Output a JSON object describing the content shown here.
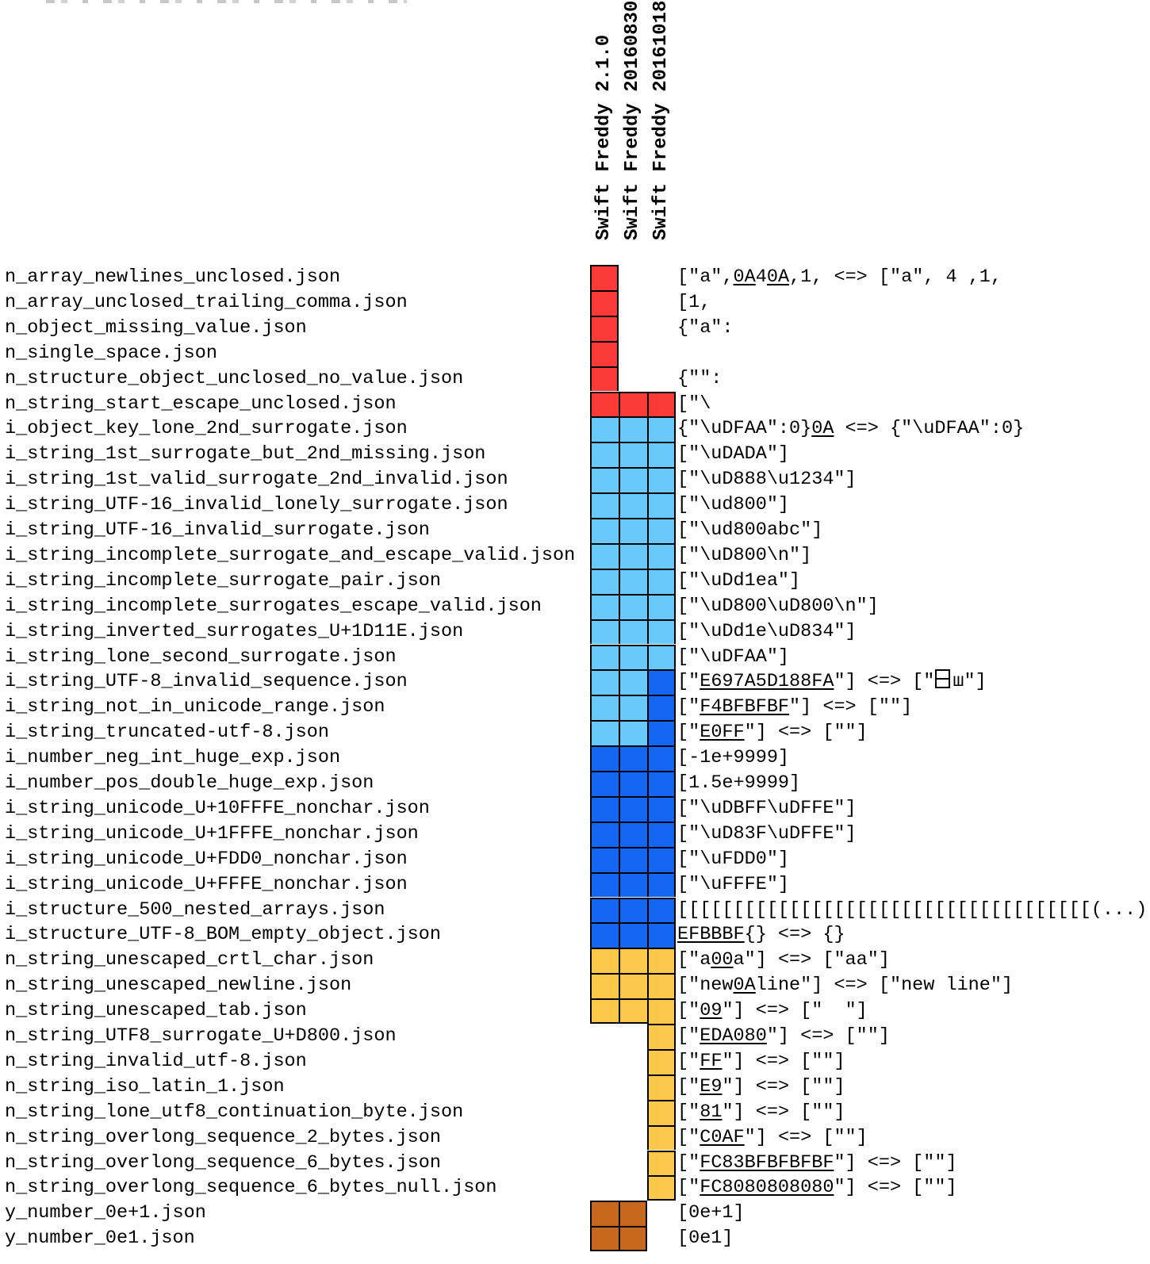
{
  "colors": {
    "red": "#fc3b38",
    "lightblue": "#69c9fb",
    "darkblue": "#1566f3",
    "yellow": "#fcc84a",
    "orange": "#c7681e",
    "grid_line": "#000000"
  },
  "chart_data": {
    "type": "heatmap",
    "legend_position": "none",
    "grid": true,
    "columns": [
      "Swift Freddy 2.1.0",
      "Swift Freddy 20160830",
      "Swift Freddy 20161018"
    ],
    "rows": [
      {
        "file": "n_array_newlines_unclosed.json",
        "cells": [
          "red",
          null,
          null
        ],
        "result": [
          {
            "t": "[\"a\","
          },
          {
            "t": "0A",
            "u": true
          },
          {
            "t": "4"
          },
          {
            "t": "0A",
            "u": true
          },
          {
            "t": ",1, <=> [\"a\", 4 ,1,"
          }
        ]
      },
      {
        "file": "n_array_unclosed_trailing_comma.json",
        "cells": [
          "red",
          null,
          null
        ],
        "result": [
          {
            "t": "[1,"
          }
        ]
      },
      {
        "file": "n_object_missing_value.json",
        "cells": [
          "red",
          null,
          null
        ],
        "result": [
          {
            "t": "{\"a\":"
          }
        ]
      },
      {
        "file": "n_single_space.json",
        "cells": [
          "red",
          null,
          null
        ],
        "result": []
      },
      {
        "file": "n_structure_object_unclosed_no_value.json",
        "cells": [
          "red",
          null,
          null
        ],
        "result": [
          {
            "t": "{\"\":"
          }
        ]
      },
      {
        "file": "n_string_start_escape_unclosed.json",
        "cells": [
          "red",
          "red",
          "red"
        ],
        "result": [
          {
            "t": "[\"\\"
          }
        ]
      },
      {
        "file": "i_object_key_lone_2nd_surrogate.json",
        "cells": [
          "lightblue",
          "lightblue",
          "lightblue"
        ],
        "result": [
          {
            "t": "{\"\\uDFAA\":0}"
          },
          {
            "t": "0A",
            "u": true
          },
          {
            "t": " <=> {\"\\uDFAA\":0}"
          }
        ]
      },
      {
        "file": "i_string_1st_surrogate_but_2nd_missing.json",
        "cells": [
          "lightblue",
          "lightblue",
          "lightblue"
        ],
        "result": [
          {
            "t": "[\"\\uDADA\"]"
          }
        ]
      },
      {
        "file": "i_string_1st_valid_surrogate_2nd_invalid.json",
        "cells": [
          "lightblue",
          "lightblue",
          "lightblue"
        ],
        "result": [
          {
            "t": "[\"\\uD888\\u1234\"]"
          }
        ]
      },
      {
        "file": "i_string_UTF-16_invalid_lonely_surrogate.json",
        "cells": [
          "lightblue",
          "lightblue",
          "lightblue"
        ],
        "result": [
          {
            "t": "[\"\\ud800\"]"
          }
        ]
      },
      {
        "file": "i_string_UTF-16_invalid_surrogate.json",
        "cells": [
          "lightblue",
          "lightblue",
          "lightblue"
        ],
        "result": [
          {
            "t": "[\"\\ud800abc\"]"
          }
        ]
      },
      {
        "file": "i_string_incomplete_surrogate_and_escape_valid.json",
        "cells": [
          "lightblue",
          "lightblue",
          "lightblue"
        ],
        "result": [
          {
            "t": "[\"\\uD800\\n\"]"
          }
        ]
      },
      {
        "file": "i_string_incomplete_surrogate_pair.json",
        "cells": [
          "lightblue",
          "lightblue",
          "lightblue"
        ],
        "result": [
          {
            "t": "[\"\\uDd1ea\"]"
          }
        ]
      },
      {
        "file": "i_string_incomplete_surrogates_escape_valid.json",
        "cells": [
          "lightblue",
          "lightblue",
          "lightblue"
        ],
        "result": [
          {
            "t": "[\"\\uD800\\uD800\\n\"]"
          }
        ]
      },
      {
        "file": "i_string_inverted_surrogates_U+1D11E.json",
        "cells": [
          "lightblue",
          "lightblue",
          "lightblue"
        ],
        "result": [
          {
            "t": "[\"\\uDd1e\\uD834\"]"
          }
        ]
      },
      {
        "file": "i_string_lone_second_surrogate.json",
        "cells": [
          "lightblue",
          "lightblue",
          "lightblue"
        ],
        "result": [
          {
            "t": "[\"\\uDFAA\"]"
          }
        ]
      },
      {
        "file": "i_string_UTF-8_invalid_sequence.json",
        "cells": [
          "lightblue",
          "lightblue",
          "darkblue"
        ],
        "result": [
          {
            "t": "[\""
          },
          {
            "t": "E697A5D188FA",
            "u": true
          },
          {
            "t": "\"] <=> [\""
          },
          {
            "t": "日",
            "cjk": true
          },
          {
            "t": "ш\"]"
          }
        ]
      },
      {
        "file": "i_string_not_in_unicode_range.json",
        "cells": [
          "lightblue",
          "lightblue",
          "darkblue"
        ],
        "result": [
          {
            "t": "[\""
          },
          {
            "t": "F4BFBFBF",
            "u": true
          },
          {
            "t": "\"] <=> [\"\"]"
          }
        ]
      },
      {
        "file": "i_string_truncated-utf-8.json",
        "cells": [
          "lightblue",
          "lightblue",
          "darkblue"
        ],
        "result": [
          {
            "t": "[\""
          },
          {
            "t": "E0FF",
            "u": true
          },
          {
            "t": "\"] <=> [\"\"]"
          }
        ]
      },
      {
        "file": "i_number_neg_int_huge_exp.json",
        "cells": [
          "darkblue",
          "darkblue",
          "darkblue"
        ],
        "result": [
          {
            "t": "[-1e+9999]"
          }
        ]
      },
      {
        "file": "i_number_pos_double_huge_exp.json",
        "cells": [
          "darkblue",
          "darkblue",
          "darkblue"
        ],
        "result": [
          {
            "t": "[1.5e+9999]"
          }
        ]
      },
      {
        "file": "i_string_unicode_U+10FFFE_nonchar.json",
        "cells": [
          "darkblue",
          "darkblue",
          "darkblue"
        ],
        "result": [
          {
            "t": "[\"\\uDBFF\\uDFFE\"]"
          }
        ]
      },
      {
        "file": "i_string_unicode_U+1FFFE_nonchar.json",
        "cells": [
          "darkblue",
          "darkblue",
          "darkblue"
        ],
        "result": [
          {
            "t": "[\"\\uD83F\\uDFFE\"]"
          }
        ]
      },
      {
        "file": "i_string_unicode_U+FDD0_nonchar.json",
        "cells": [
          "darkblue",
          "darkblue",
          "darkblue"
        ],
        "result": [
          {
            "t": "[\"\\uFDD0\"]"
          }
        ]
      },
      {
        "file": "i_string_unicode_U+FFFE_nonchar.json",
        "cells": [
          "darkblue",
          "darkblue",
          "darkblue"
        ],
        "result": [
          {
            "t": "[\"\\uFFFE\"]"
          }
        ]
      },
      {
        "file": "i_structure_500_nested_arrays.json",
        "cells": [
          "darkblue",
          "darkblue",
          "darkblue"
        ],
        "result": [
          {
            "t": "[[[[[[[[[[[[[[[[[[[[[[[[[[[[[[[[[[[[[(...)"
          }
        ]
      },
      {
        "file": "i_structure_UTF-8_BOM_empty_object.json",
        "cells": [
          "darkblue",
          "darkblue",
          "darkblue"
        ],
        "result": [
          {
            "t": "EFBBBF",
            "u": true
          },
          {
            "t": "{} <=> {}"
          }
        ]
      },
      {
        "file": "n_string_unescaped_crtl_char.json",
        "cells": [
          "yellow",
          "yellow",
          "yellow"
        ],
        "result": [
          {
            "t": "[\"a"
          },
          {
            "t": "00",
            "u": true
          },
          {
            "t": "a\"] <=> [\"aa\"]"
          }
        ]
      },
      {
        "file": "n_string_unescaped_newline.json",
        "cells": [
          "yellow",
          "yellow",
          "yellow"
        ],
        "result": [
          {
            "t": "[\"new"
          },
          {
            "t": "0A",
            "u": true
          },
          {
            "t": "line\"] <=> [\"new line\"]"
          }
        ]
      },
      {
        "file": "n_string_unescaped_tab.json",
        "cells": [
          "yellow",
          "yellow",
          "yellow"
        ],
        "result": [
          {
            "t": "[\""
          },
          {
            "t": "09",
            "u": true
          },
          {
            "t": "\"] <=> [\"  \"]"
          }
        ]
      },
      {
        "file": "n_string_UTF8_surrogate_U+D800.json",
        "cells": [
          null,
          null,
          "yellow"
        ],
        "result": [
          {
            "t": "[\""
          },
          {
            "t": "EDA080",
            "u": true
          },
          {
            "t": "\"] <=> [\"\"]"
          }
        ]
      },
      {
        "file": "n_string_invalid_utf-8.json",
        "cells": [
          null,
          null,
          "yellow"
        ],
        "result": [
          {
            "t": "[\""
          },
          {
            "t": "FF",
            "u": true
          },
          {
            "t": "\"] <=> [\"\"]"
          }
        ]
      },
      {
        "file": "n_string_iso_latin_1.json",
        "cells": [
          null,
          null,
          "yellow"
        ],
        "result": [
          {
            "t": "[\""
          },
          {
            "t": "E9",
            "u": true
          },
          {
            "t": "\"] <=> [\"\"]"
          }
        ]
      },
      {
        "file": "n_string_lone_utf8_continuation_byte.json",
        "cells": [
          null,
          null,
          "yellow"
        ],
        "result": [
          {
            "t": "[\""
          },
          {
            "t": "81",
            "u": true
          },
          {
            "t": "\"] <=> [\"\"]"
          }
        ]
      },
      {
        "file": "n_string_overlong_sequence_2_bytes.json",
        "cells": [
          null,
          null,
          "yellow"
        ],
        "result": [
          {
            "t": "[\""
          },
          {
            "t": "C0AF",
            "u": true
          },
          {
            "t": "\"] <=> [\"\"]"
          }
        ]
      },
      {
        "file": "n_string_overlong_sequence_6_bytes.json",
        "cells": [
          null,
          null,
          "yellow"
        ],
        "result": [
          {
            "t": "[\""
          },
          {
            "t": "FC83BFBFBFBF",
            "u": true
          },
          {
            "t": "\"] <=> [\"\"]"
          }
        ]
      },
      {
        "file": "n_string_overlong_sequence_6_bytes_null.json",
        "cells": [
          null,
          null,
          "yellow"
        ],
        "result": [
          {
            "t": "[\""
          },
          {
            "t": "FC8080808080",
            "u": true
          },
          {
            "t": "\"] <=> [\"\"]"
          }
        ]
      },
      {
        "file": "y_number_0e+1.json",
        "cells": [
          "orange",
          "orange",
          null
        ],
        "result": [
          {
            "t": "[0e+1]"
          }
        ]
      },
      {
        "file": "y_number_0e1.json",
        "cells": [
          "orange",
          "orange",
          null
        ],
        "result": [
          {
            "t": "[0e1]"
          }
        ]
      }
    ]
  }
}
